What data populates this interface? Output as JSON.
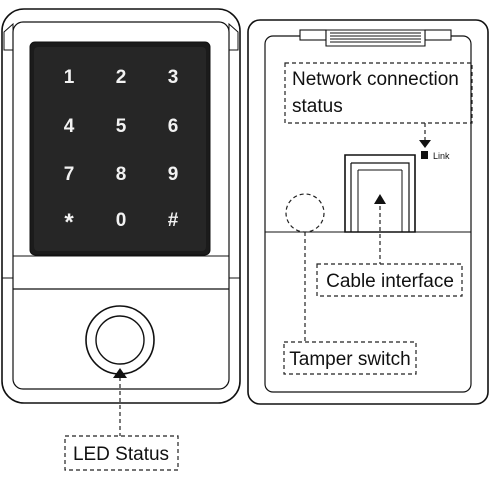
{
  "keypad": {
    "rows": [
      [
        "1",
        "2",
        "3"
      ],
      [
        "4",
        "5",
        "6"
      ],
      [
        "7",
        "8",
        "9"
      ],
      [
        "*",
        "0",
        "#"
      ]
    ]
  },
  "labels": {
    "led_status": "LED Status",
    "network_line1": "Network connection",
    "network_line2": "status",
    "link": "Link",
    "cable_interface": "Cable interface",
    "tamper_switch": "Tamper switch"
  }
}
